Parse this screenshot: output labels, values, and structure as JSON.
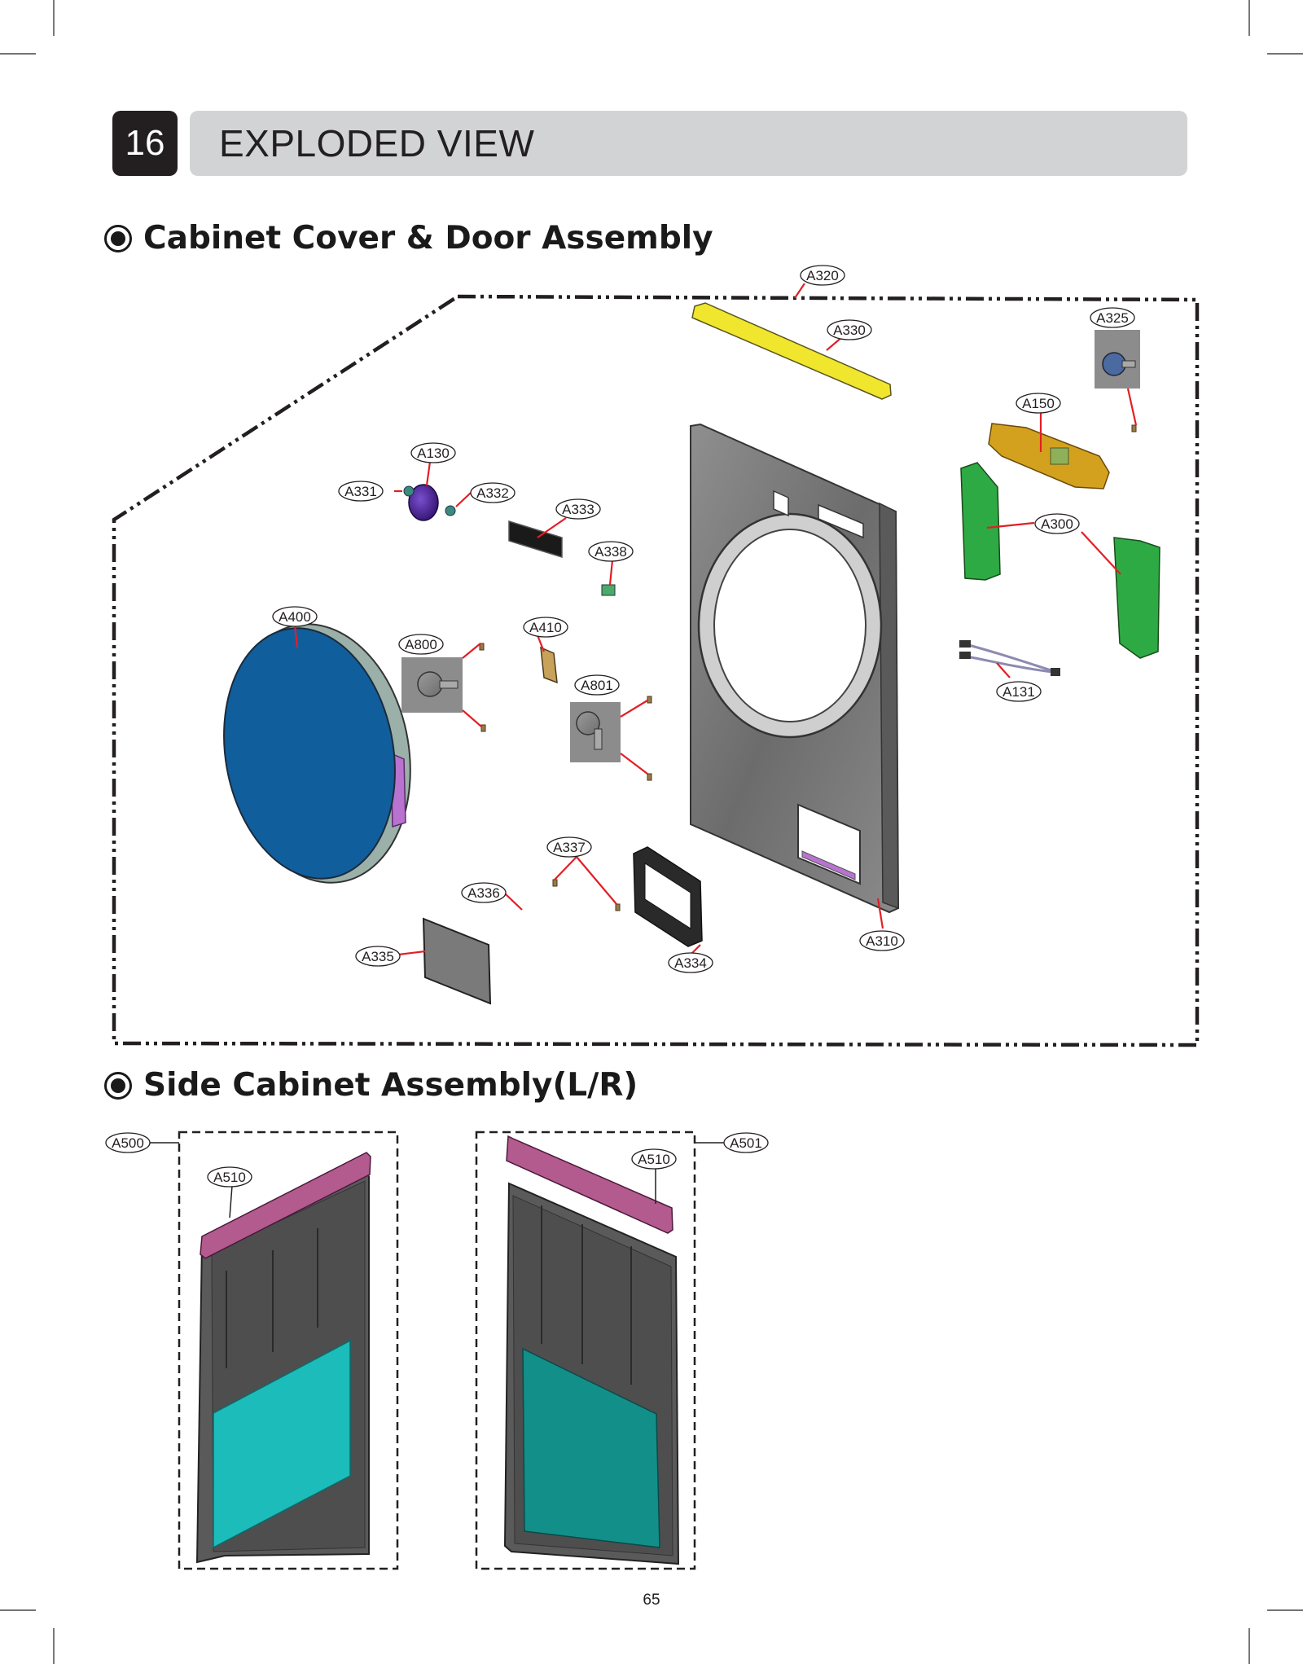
{
  "header": {
    "chapter_number": "16",
    "chapter_title": "EXPLODED VIEW"
  },
  "sections": [
    {
      "title": "Cabinet Cover & Door Assembly"
    },
    {
      "title": "Side Cabinet Assembly(L/R)"
    }
  ],
  "parts": {
    "A320": "A320",
    "A330": "A330",
    "A325": "A325",
    "A150": "A150",
    "A130": "A130",
    "A331": "A331",
    "A332": "A332",
    "A333": "A333",
    "A338": "A338",
    "A300": "A300",
    "A400": "A400",
    "A800": "A800",
    "A410": "A410",
    "A801": "A801",
    "A131": "A131",
    "A337": "A337",
    "A336": "A336",
    "A335": "A335",
    "A334": "A334",
    "A310": "A310",
    "A500": "A500",
    "A510_left": "A510",
    "A510_right": "A510",
    "A501": "A501"
  },
  "colors": {
    "leader_line": "#e31e24",
    "cover_strip": "#f0e62e",
    "door_glass": "#115e9d",
    "door_ring": "#9ab0a8",
    "door_hinge": "#b873d0",
    "knob": "#4a1c8c",
    "hinge_bracket": "#2eaa44",
    "control_bracket": "#d4a11e",
    "side_rail": "#b35a8e",
    "left_panel_insulation": "#1bbcba",
    "right_panel_insulation": "#138f8a",
    "cabinet_metal": "#7a7a7a",
    "side_panel": "#5a5a5a"
  },
  "footer": {
    "page_number": "65"
  }
}
